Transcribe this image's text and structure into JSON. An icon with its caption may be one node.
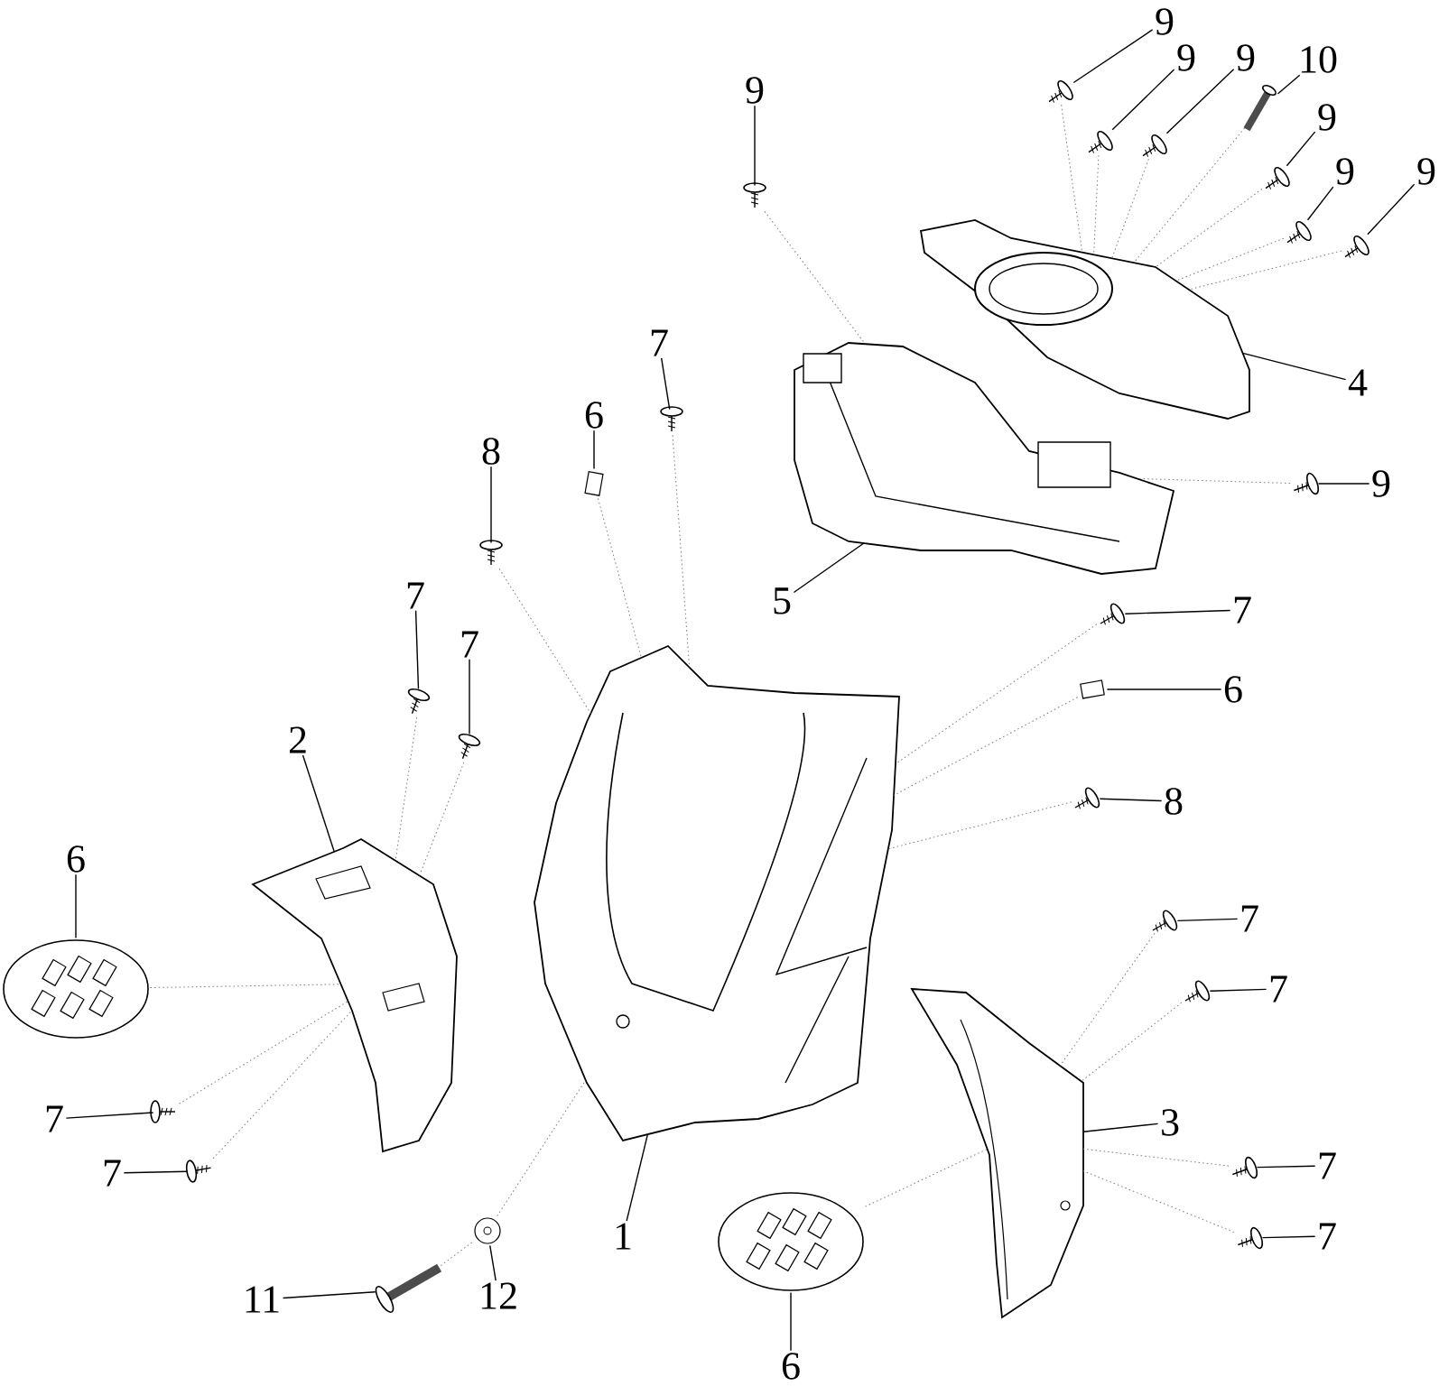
{
  "diagram": {
    "nodes": [
      {
        "text": [
          "9"
        ]
      },
      {
        "text": [
          "9"
        ]
      },
      {
        "text": [
          "9"
        ]
      },
      {
        "text": [
          "9"
        ]
      },
      {
        "text": [
          "10"
        ]
      },
      {
        "text": [
          "9"
        ]
      },
      {
        "text": [
          "9"
        ]
      },
      {
        "text": [
          "9"
        ]
      },
      {
        "text": [
          "4"
        ]
      },
      {
        "text": [
          "9"
        ]
      },
      {
        "text": [
          "5"
        ]
      },
      {
        "text": [
          "7"
        ]
      },
      {
        "text": [
          "6"
        ]
      },
      {
        "text": [
          "8"
        ]
      },
      {
        "text": [
          "7"
        ]
      },
      {
        "text": [
          "6"
        ]
      },
      {
        "text": [
          "8"
        ]
      },
      {
        "text": [
          "7"
        ]
      },
      {
        "text": [
          "7"
        ]
      },
      {
        "text": [
          "2"
        ]
      },
      {
        "text": [
          "6"
        ]
      },
      {
        "text": [
          "7"
        ]
      },
      {
        "text": [
          "7"
        ]
      },
      {
        "text": [
          "3"
        ]
      },
      {
        "text": [
          "7"
        ]
      },
      {
        "text": [
          "7"
        ]
      },
      {
        "text": [
          "7"
        ]
      },
      {
        "text": [
          "7"
        ]
      },
      {
        "text": [
          "1"
        ]
      },
      {
        "text": [
          "11"
        ]
      },
      {
        "text": [
          "12"
        ]
      },
      {
        "text": [
          "6"
        ]
      },
      {
        "text": [],
        "shape": "picture"
      },
      {
        "text": [],
        "shape": "picture"
      },
      {
        "text": [],
        "shape": "picture"
      },
      {
        "text": [],
        "shape": "picture"
      },
      {
        "text": [],
        "shape": "picture"
      },
      {
        "text": [],
        "shape": "picture"
      },
      {
        "text": [],
        "shape": "picture"
      },
      {
        "text": [],
        "shape": "picture"
      },
      {
        "text": [],
        "shape": "picture"
      },
      {
        "text": [],
        "shape": "picture"
      },
      {
        "text": [],
        "shape": "picture"
      },
      {
        "text": [],
        "shape": "picture"
      },
      {
        "text": [],
        "shape": "picture"
      },
      {
        "text": [],
        "shape": "picture"
      },
      {
        "text": [],
        "shape": "picture"
      },
      {
        "text": [],
        "shape": "picture"
      },
      {
        "text": [],
        "shape": "picture"
      },
      {
        "text": [],
        "shape": "picture"
      },
      {
        "text": [],
        "shape": "picture"
      },
      {
        "text": [],
        "shape": "picture"
      },
      {
        "text": [],
        "shape": "picture"
      },
      {
        "text": [],
        "shape": "picture"
      },
      {
        "text": [],
        "shape": "picture"
      },
      {
        "text": [],
        "shape": "picture"
      },
      {
        "text": [],
        "shape": "picture"
      },
      {
        "text": [],
        "shape": "picture"
      },
      {
        "text": [],
        "shape": "picture"
      },
      {
        "text": [],
        "shape": "picture"
      },
      {
        "text": [],
        "shape": "picture"
      },
      {
        "text": [],
        "shape": "picture"
      },
      {
        "text": [],
        "shape": "picture"
      },
      {
        "text": [],
        "shape": "picture"
      }
    ],
    "edges": [
      {
        "from": 0,
        "to": 32,
        "arrow": "none"
      },
      {
        "from": 1,
        "to": 33,
        "arrow": "none"
      },
      {
        "from": 2,
        "to": 34,
        "arrow": "none"
      },
      {
        "from": 3,
        "to": 35,
        "arrow": "none"
      },
      {
        "from": 4,
        "to": 36,
        "arrow": "none"
      },
      {
        "from": 5,
        "to": 37,
        "arrow": "none"
      },
      {
        "from": 6,
        "to": 38,
        "arrow": "none"
      },
      {
        "from": 7,
        "to": 39,
        "arrow": "none"
      },
      {
        "from": 8,
        "to": 40,
        "arrow": "none"
      },
      {
        "from": 9,
        "to": 41,
        "arrow": "none"
      },
      {
        "from": 10,
        "to": 42,
        "arrow": "none"
      },
      {
        "from": 11,
        "to": 43,
        "arrow": "none"
      },
      {
        "from": 12,
        "to": 44,
        "arrow": "none"
      },
      {
        "from": 13,
        "to": 45,
        "arrow": "none"
      },
      {
        "from": 14,
        "to": 46,
        "arrow": "none"
      },
      {
        "from": 15,
        "to": 47,
        "arrow": "none"
      },
      {
        "from": 16,
        "to": 48,
        "arrow": "none"
      },
      {
        "from": 17,
        "to": 49,
        "arrow": "none"
      },
      {
        "from": 18,
        "to": 50,
        "arrow": "none"
      },
      {
        "from": 19,
        "to": 51,
        "arrow": "none"
      },
      {
        "from": 20,
        "to": 52,
        "arrow": "none"
      },
      {
        "from": 21,
        "to": 53,
        "arrow": "none"
      },
      {
        "from": 22,
        "to": 54,
        "arrow": "none"
      },
      {
        "from": 23,
        "to": 55,
        "arrow": "none"
      },
      {
        "from": 24,
        "to": 56,
        "arrow": "none"
      },
      {
        "from": 25,
        "to": 57,
        "arrow": "none"
      },
      {
        "from": 26,
        "to": 58,
        "arrow": "none"
      },
      {
        "from": 27,
        "to": 59,
        "arrow": "none"
      },
      {
        "from": 28,
        "to": 60,
        "arrow": "none"
      },
      {
        "from": 29,
        "to": 61,
        "arrow": "none"
      },
      {
        "from": 30,
        "to": 62,
        "arrow": "none"
      },
      {
        "from": 31,
        "to": 63,
        "arrow": "none"
      },
      {
        "from": 32,
        "to": 42,
        "arrow": "none",
        "style": "dashed",
        "color": "#808080"
      },
      {
        "from": 33,
        "to": 40,
        "arrow": "none",
        "style": "dashed",
        "color": "#808080"
      },
      {
        "from": 34,
        "to": 40,
        "arrow": "none",
        "style": "dashed",
        "color": "#808080"
      },
      {
        "from": 35,
        "to": 40,
        "arrow": "none",
        "style": "dashed",
        "color": "#808080"
      },
      {
        "from": 36,
        "to": 40,
        "arrow": "none",
        "style": "dashed",
        "color": "#808080"
      },
      {
        "from": 37,
        "to": 40,
        "arrow": "none",
        "style": "dashed",
        "color": "#808080"
      },
      {
        "from": 38,
        "to": 40,
        "arrow": "none",
        "style": "dashed",
        "color": "#808080"
      },
      {
        "from": 39,
        "to": 40,
        "arrow": "none",
        "style": "dashed",
        "color": "#808080"
      },
      {
        "from": 41,
        "to": 42,
        "arrow": "none",
        "style": "dashed",
        "color": "#808080"
      },
      {
        "from": 43,
        "to": 60,
        "arrow": "none",
        "style": "dashed",
        "color": "#808080"
      },
      {
        "from": 44,
        "to": 60,
        "arrow": "none",
        "style": "dashed",
        "color": "#808080"
      },
      {
        "from": 45,
        "to": 60,
        "arrow": "none",
        "style": "dashed",
        "color": "#808080"
      },
      {
        "from": 46,
        "to": 60,
        "arrow": "none",
        "style": "dashed",
        "color": "#808080"
      },
      {
        "from": 47,
        "to": 60,
        "arrow": "none",
        "style": "dashed",
        "color": "#808080"
      },
      {
        "from": 48,
        "to": 60,
        "arrow": "none",
        "style": "dashed",
        "color": "#808080"
      },
      {
        "from": 49,
        "to": 51,
        "arrow": "none",
        "style": "dashed",
        "color": "#808080"
      },
      {
        "from": 50,
        "to": 51,
        "arrow": "none",
        "style": "dashed",
        "color": "#808080"
      },
      {
        "from": 52,
        "to": 51,
        "arrow": "none",
        "style": "dashed",
        "color": "#808080"
      },
      {
        "from": 53,
        "to": 55,
        "arrow": "none",
        "style": "dashed",
        "color": "#808080"
      },
      {
        "from": 54,
        "to": 55,
        "arrow": "none",
        "style": "dashed",
        "color": "#808080"
      },
      {
        "from": 56,
        "to": 55,
        "arrow": "none",
        "style": "dashed",
        "color": "#808080"
      },
      {
        "from": 57,
        "to": 55,
        "arrow": "none",
        "style": "dashed",
        "color": "#808080"
      },
      {
        "from": 58,
        "to": 51,
        "arrow": "none",
        "style": "dashed",
        "color": "#808080"
      },
      {
        "from": 59,
        "to": 51,
        "arrow": "none",
        "style": "dashed",
        "color": "#808080"
      },
      {
        "from": 61,
        "to": 62,
        "arrow": "none",
        "style": "dashed",
        "color": "#808080"
      },
      {
        "from": 62,
        "to": 60,
        "arrow": "none",
        "style": "dashed",
        "color": "#808080"
      },
      {
        "from": 63,
        "to": 55,
        "arrow": "none",
        "style": "dashed",
        "color": "#808080"
      }
    ]
  }
}
